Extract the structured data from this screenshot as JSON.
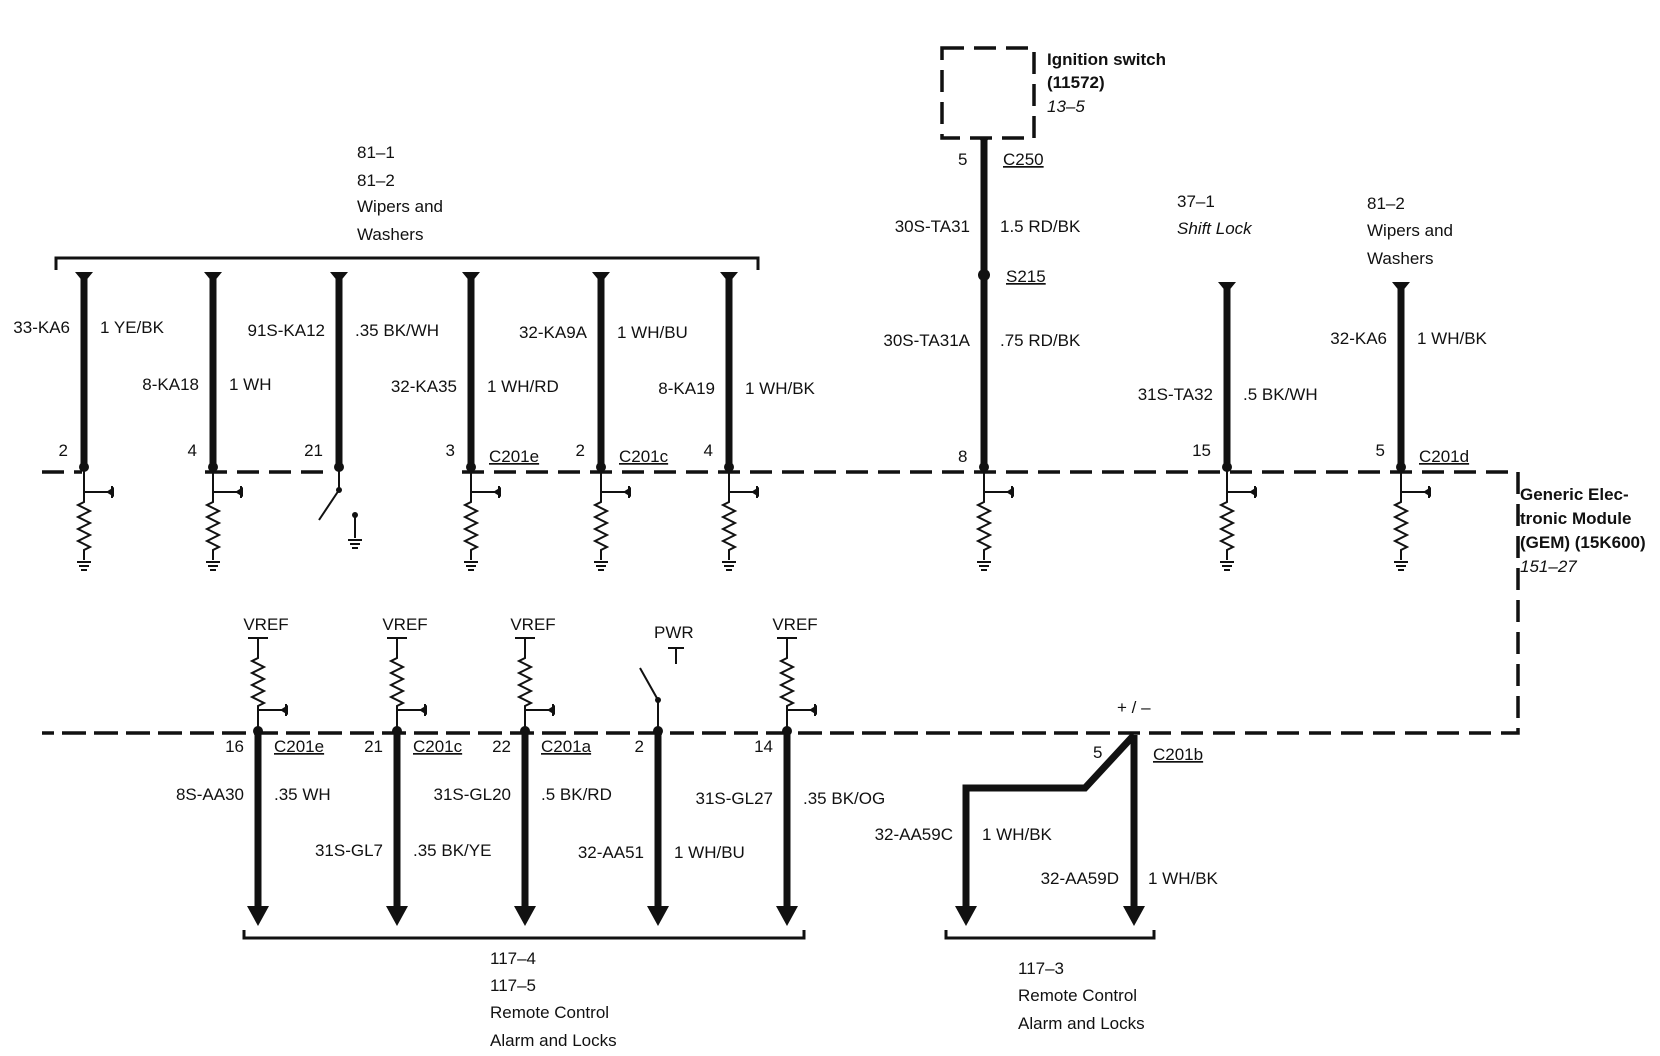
{
  "ignition": {
    "name": "Ignition switch",
    "part": "(11572)",
    "ref": "13–5"
  },
  "gem": {
    "line1": "Generic Elec-",
    "line2": "tronic Module",
    "line3": "(GEM) (15K600)",
    "ref": "151–27"
  },
  "wipers_left": {
    "ref1": "81–1",
    "ref2": "81–2",
    "line1": "Wipers and",
    "line2": "Washers"
  },
  "shift_lock": {
    "ref": "37–1",
    "name": "Shift Lock"
  },
  "wipers_right": {
    "ref": "81–2",
    "line1": "Wipers and",
    "line2": "Washers"
  },
  "remote_left": {
    "ref1": "117–4",
    "ref2": "117–5",
    "line1": "Remote Control",
    "line2": "Alarm and Locks"
  },
  "remote_right": {
    "ref": "117–3",
    "line1": "Remote Control",
    "line2": "Alarm and Locks"
  },
  "top_wires": [
    {
      "circuit": "33-KA6",
      "gauge": "1 YE/BK",
      "pin": "2",
      "connector": ""
    },
    {
      "circuit": "8-KA18",
      "gauge": "1 WH",
      "pin": "4",
      "connector": ""
    },
    {
      "circuit": "91S-KA12",
      "gauge": ".35 BK/WH",
      "pin": "21",
      "connector": ""
    },
    {
      "circuit": "32-KA35",
      "gauge": "1 WH/RD",
      "pin": "3",
      "connector": "C201e"
    },
    {
      "circuit": "32-KA9A",
      "gauge": "1 WH/BU",
      "pin": "2",
      "connector": "C201c"
    },
    {
      "circuit": "8-KA19",
      "gauge": "1 WH/BK",
      "pin": "4",
      "connector": ""
    },
    {
      "circuit": "31S-TA32",
      "gauge": ".5 BK/WH",
      "pin": "15",
      "connector": ""
    },
    {
      "circuit": "32-KA6",
      "gauge": "1 WH/BK",
      "pin": "5",
      "connector": "C201d"
    }
  ],
  "ign_wire": {
    "c250_pin": "5",
    "c250": "C250",
    "upper_circuit": "30S-TA31",
    "upper_gauge": "1.5 RD/BK",
    "splice": "S215",
    "lower_circuit": "30S-TA31A",
    "lower_gauge": ".75 RD/BK",
    "gem_pin": "8"
  },
  "bottom_wires": [
    {
      "supply": "VREF",
      "pin": "16",
      "connector": "C201e",
      "circuit": "8S-AA30",
      "gauge": ".35 WH"
    },
    {
      "supply": "VREF",
      "pin": "21",
      "connector": "C201c",
      "circuit": "31S-GL7",
      "gauge": ".35 BK/YE"
    },
    {
      "supply": "VREF",
      "pin": "22",
      "connector": "C201a",
      "circuit": "31S-GL20",
      "gauge": ".5 BK/RD"
    },
    {
      "supply": "PWR",
      "pin": "2",
      "connector": "",
      "circuit": "32-AA51",
      "gauge": "1 WH/BU"
    },
    {
      "supply": "VREF",
      "pin": "14",
      "connector": "",
      "circuit": "31S-GL27",
      "gauge": ".35 BK/OG"
    }
  ],
  "c201b": {
    "polarity": "+ / –",
    "pin": "5",
    "connector": "C201b",
    "circuit_c": "32-AA59C",
    "gauge_c": "1 WH/BK",
    "circuit_d": "32-AA59D",
    "gauge_d": "1 WH/BK"
  }
}
